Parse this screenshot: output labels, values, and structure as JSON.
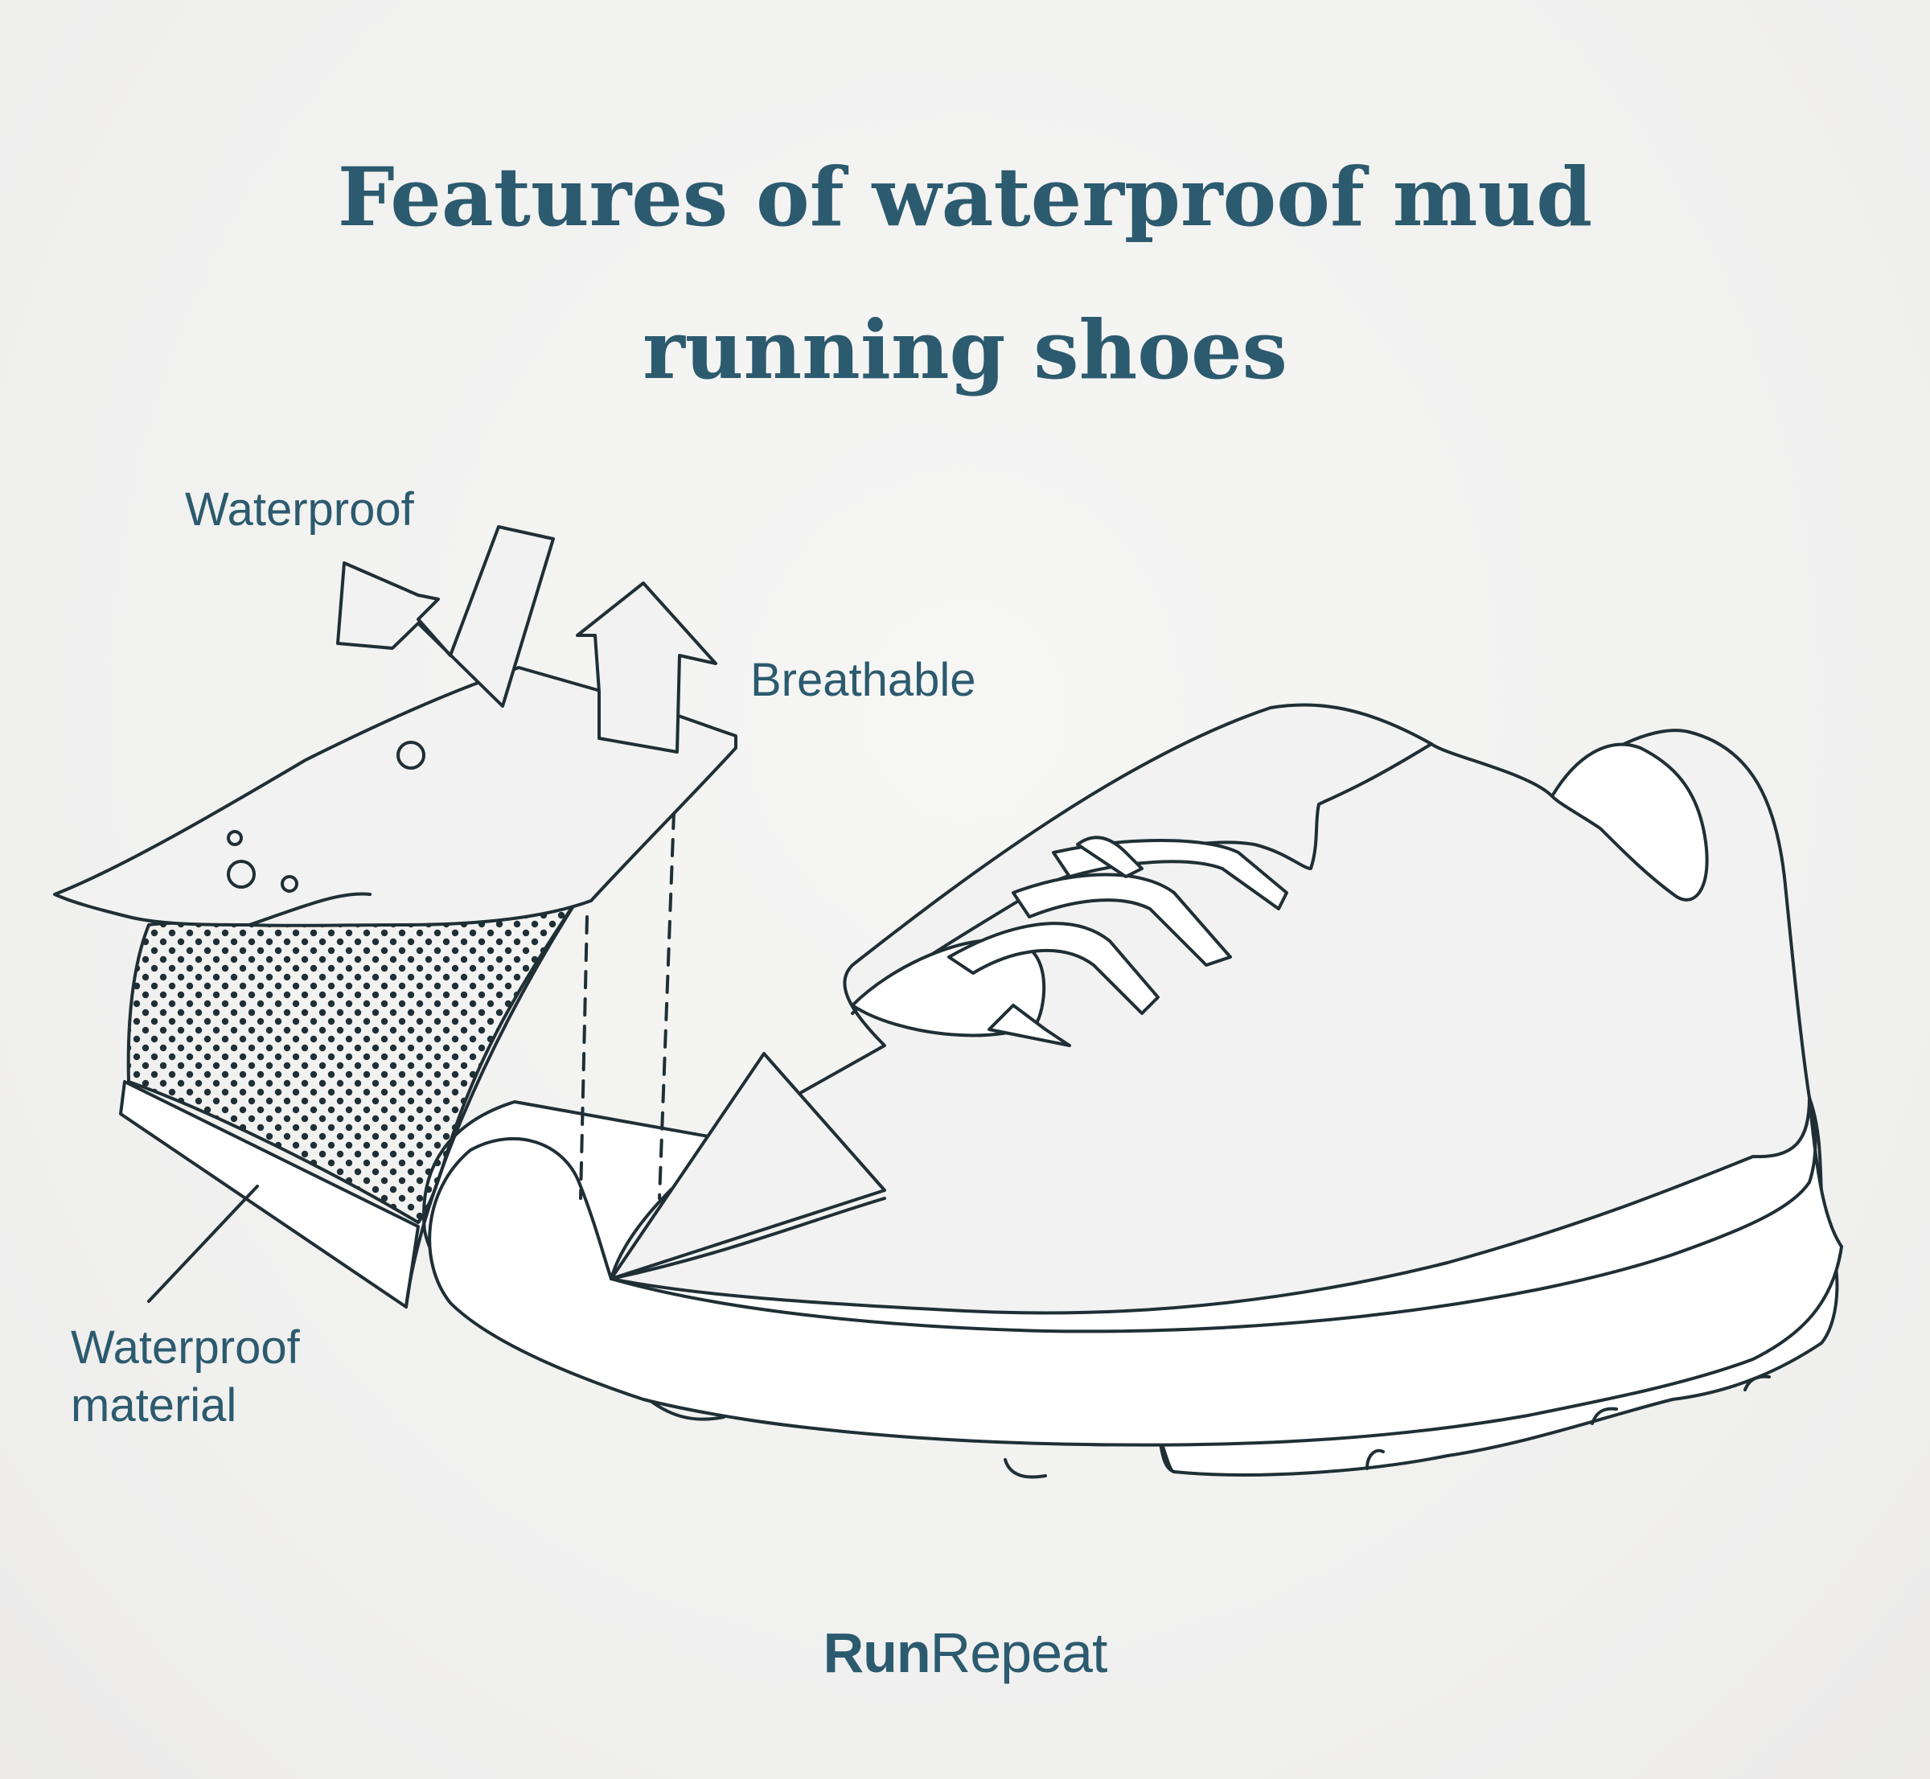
{
  "title": {
    "line1": "Features of waterproof mud",
    "line2": "running shoes"
  },
  "labels": {
    "waterproof": "Waterproof",
    "breathable": "Breathable",
    "material_line1": "Waterproof",
    "material_line2": "material"
  },
  "brand": {
    "part1": "Run",
    "part2": "Repeat"
  },
  "colors": {
    "text": "#2c5a6e",
    "outline": "#1f2f35",
    "fill_light": "#f2f2f2",
    "fill_white": "#ffffff",
    "background": "#f2f2f1"
  }
}
